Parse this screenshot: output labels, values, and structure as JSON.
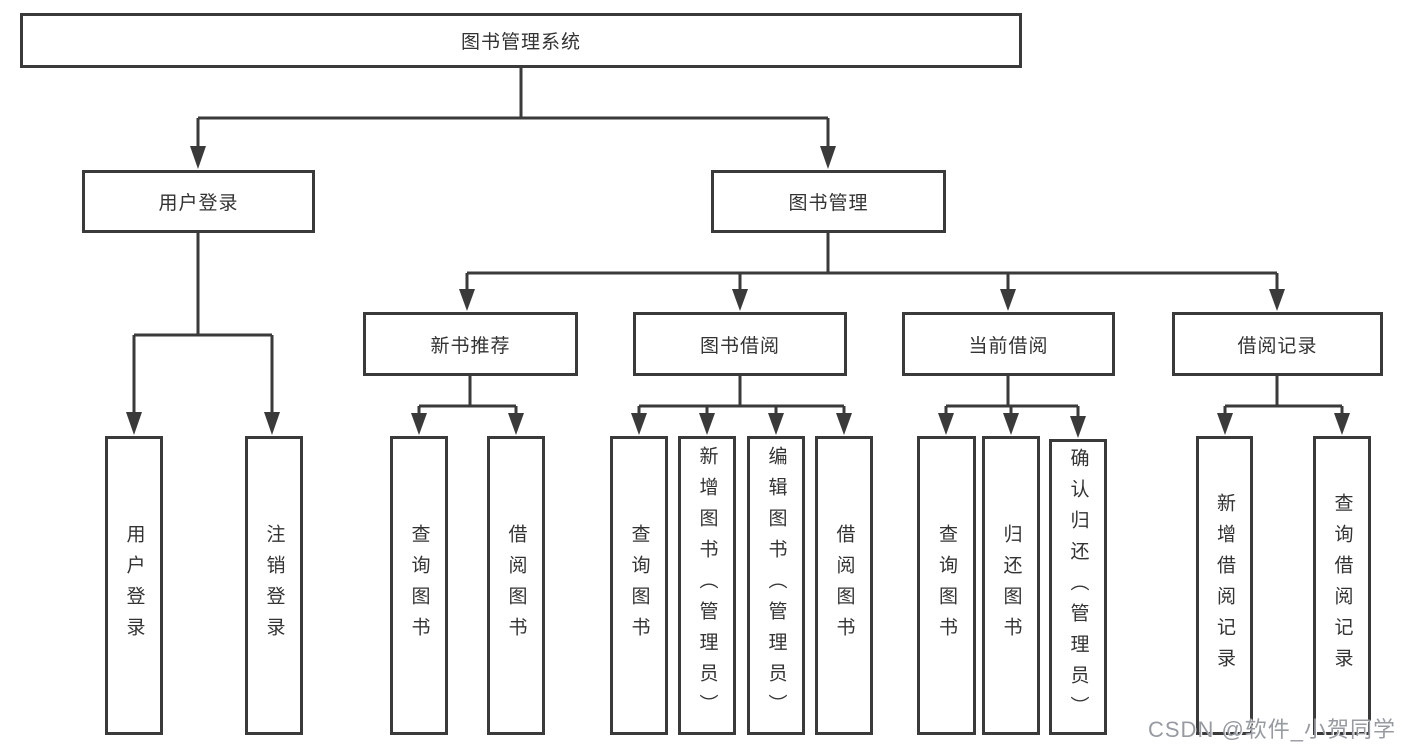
{
  "diagram": {
    "type": "tree",
    "root": {
      "label": "图书管理系统"
    },
    "branches": [
      {
        "label": "用户登录",
        "children": [
          {
            "label": "用户登录"
          },
          {
            "label": "注销登录"
          }
        ]
      },
      {
        "label": "图书管理",
        "children": [
          {
            "label": "新书推荐",
            "children": [
              {
                "label": "查询图书"
              },
              {
                "label": "借阅图书"
              }
            ]
          },
          {
            "label": "图书借阅",
            "children": [
              {
                "label": "查询图书"
              },
              {
                "label": "新增图书（管理员）"
              },
              {
                "label": "编辑图书（管理员）"
              },
              {
                "label": "借阅图书"
              }
            ]
          },
          {
            "label": "当前借阅",
            "children": [
              {
                "label": "查询图书"
              },
              {
                "label": "归还图书"
              },
              {
                "label": "确认归还（管理员）"
              }
            ]
          },
          {
            "label": "借阅记录",
            "children": [
              {
                "label": "新增借阅记录"
              },
              {
                "label": "查询借阅记录"
              }
            ]
          }
        ]
      }
    ],
    "colors": {
      "line": "#3a3a3a",
      "box_border": "#3a3a3a",
      "box_fill": "#ffffff",
      "text": "#333333",
      "watermark": "#979ba1"
    }
  },
  "watermark": {
    "text": "CSDN @软件_小贺同学"
  }
}
